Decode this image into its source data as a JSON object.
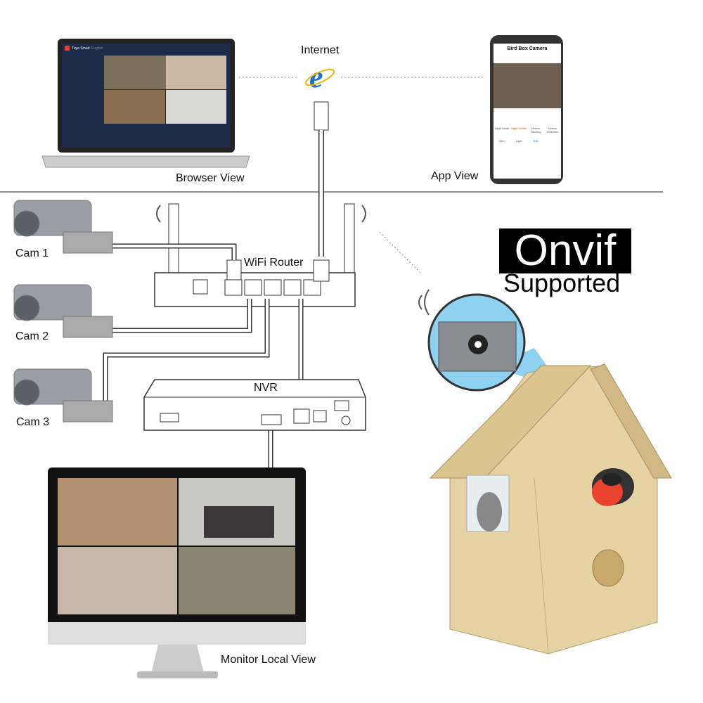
{
  "labels": {
    "internet": "Internet",
    "browser_view": "Browser View",
    "app_view": "App View",
    "cam1": "Cam 1",
    "cam2": "Cam 2",
    "cam3": "Cam 3",
    "wifi_router": "WiFi Router",
    "nvr": "NVR",
    "monitor_local_view": "Monitor Local View"
  },
  "badge": {
    "title": "Onvif",
    "subtitle": "Supported"
  },
  "laptop": {
    "app_name": "Tuya Smart",
    "language": "English"
  },
  "phone": {
    "title": "Bird Box Camera",
    "controls": [
      "Night Mode",
      "Night Switch",
      "Motion Tracking",
      "Motion Detection",
      "Siren",
      "Light",
      "Edit"
    ]
  },
  "colors": {
    "accent_red": "#e8432e",
    "ie_blue": "#1b6fd0",
    "wood": "#e6d3a3",
    "laptop_bg": "#1d2a48"
  }
}
